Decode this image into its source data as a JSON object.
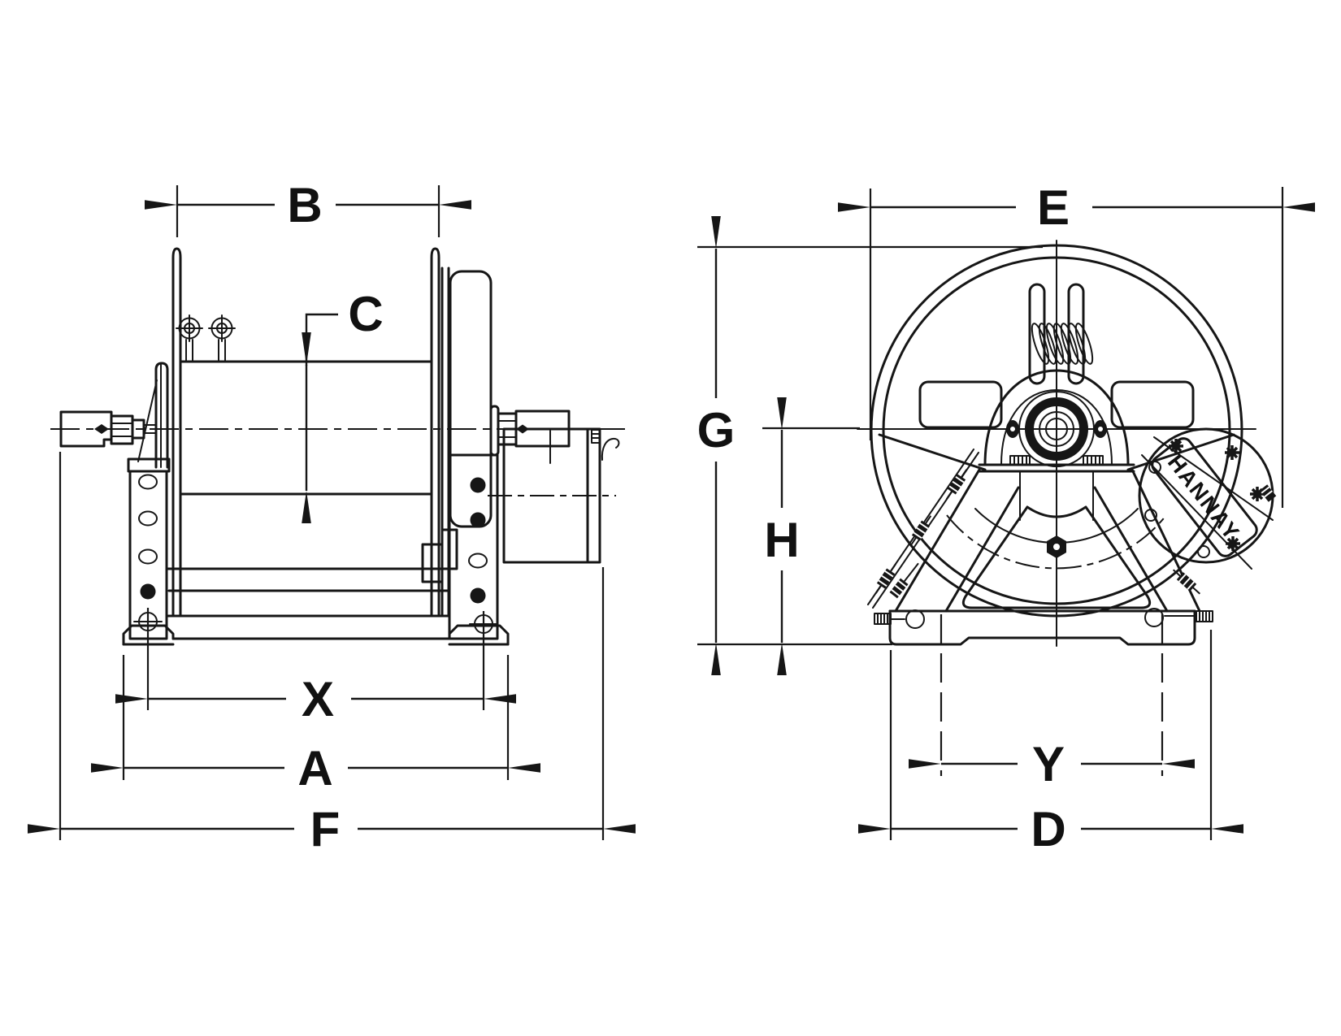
{
  "drawing": {
    "brand_label": "HANNAY",
    "colors": {
      "line": "#161616",
      "background": "#ffffff"
    },
    "dimensions": {
      "B": {
        "label": "B"
      },
      "C": {
        "label": "C"
      },
      "X": {
        "label": "X"
      },
      "A": {
        "label": "A"
      },
      "F": {
        "label": "F"
      },
      "E": {
        "label": "E"
      },
      "G": {
        "label": "G"
      },
      "H": {
        "label": "H"
      },
      "Y": {
        "label": "Y"
      },
      "D": {
        "label": "D"
      }
    }
  }
}
